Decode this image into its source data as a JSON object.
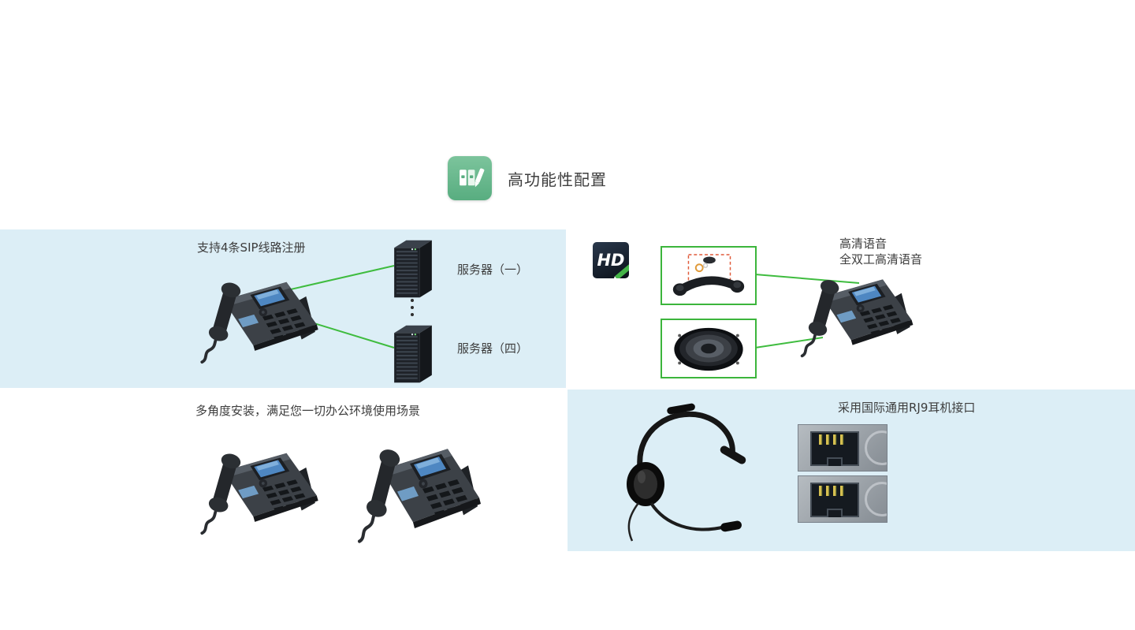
{
  "header": {
    "title": "高功能性配置",
    "icon": "notebooks-pen-icon",
    "icon_bg": "#63b287"
  },
  "panels": {
    "sip": {
      "title": "支持4条SIP线路注册",
      "server_one_label": "服务器（一）",
      "server_four_label": "服务器（四）",
      "bg": "#dceef6",
      "figures": [
        "ip-phone-image",
        "server-tower-image",
        "vertical-ellipsis-icon",
        "server-tower-image"
      ]
    },
    "hd": {
      "badge_text": "HD",
      "title_line1": "高清语音",
      "title_line2": "全双工高清语音",
      "bg": "#ffffff",
      "figures": [
        "hd-codec-icon",
        "handset-parts-figure",
        "speaker-driver-figure",
        "ip-phone-image"
      ]
    },
    "mount": {
      "title": "多角度安装，满足您一切办公环境使用场景",
      "bg": "#ffffff",
      "figures": [
        "ip-phone-low-angle-image",
        "ip-phone-high-angle-image"
      ]
    },
    "rj9": {
      "title": "采用国际通用RJ9耳机接口",
      "bg": "#dceef6",
      "figures": [
        "headset-image",
        "rj9-ports-image"
      ]
    }
  },
  "colors": {
    "accent_green": "#3cb53c",
    "line_green": "#3fbc3f",
    "panel_blue": "#dceef6",
    "text": "#3d3d3d"
  }
}
